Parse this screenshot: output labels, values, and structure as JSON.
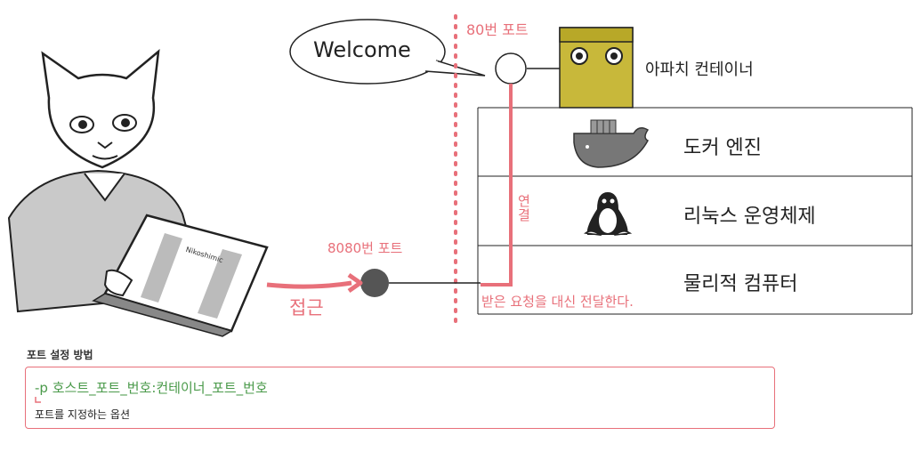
{
  "bubble": {
    "text": "Welcome"
  },
  "ports": {
    "container_port": "80번 포트",
    "host_port": "8080번 포트"
  },
  "container": {
    "label": "아파치 컨테이너"
  },
  "layers": [
    {
      "label": "도커 엔진"
    },
    {
      "label": "리눅스 운영체제"
    },
    {
      "label": "물리적 컴퓨터"
    }
  ],
  "connection": {
    "link_label": "연결",
    "forward_note": "받은 요청을 대신 전달한다.",
    "access_label": "접근"
  },
  "laptop": {
    "brand": "Nikoshimic"
  },
  "option_section": {
    "title": "포트 설정 방법",
    "flag": "-p",
    "syntax": "호스트_포트_번호:컨테이너_포트_번호",
    "description": "포트를 지정하는 옵션"
  },
  "colors": {
    "accent": "#e8707a",
    "container": "#c8b83a",
    "syntax": "#4a9a4a"
  }
}
